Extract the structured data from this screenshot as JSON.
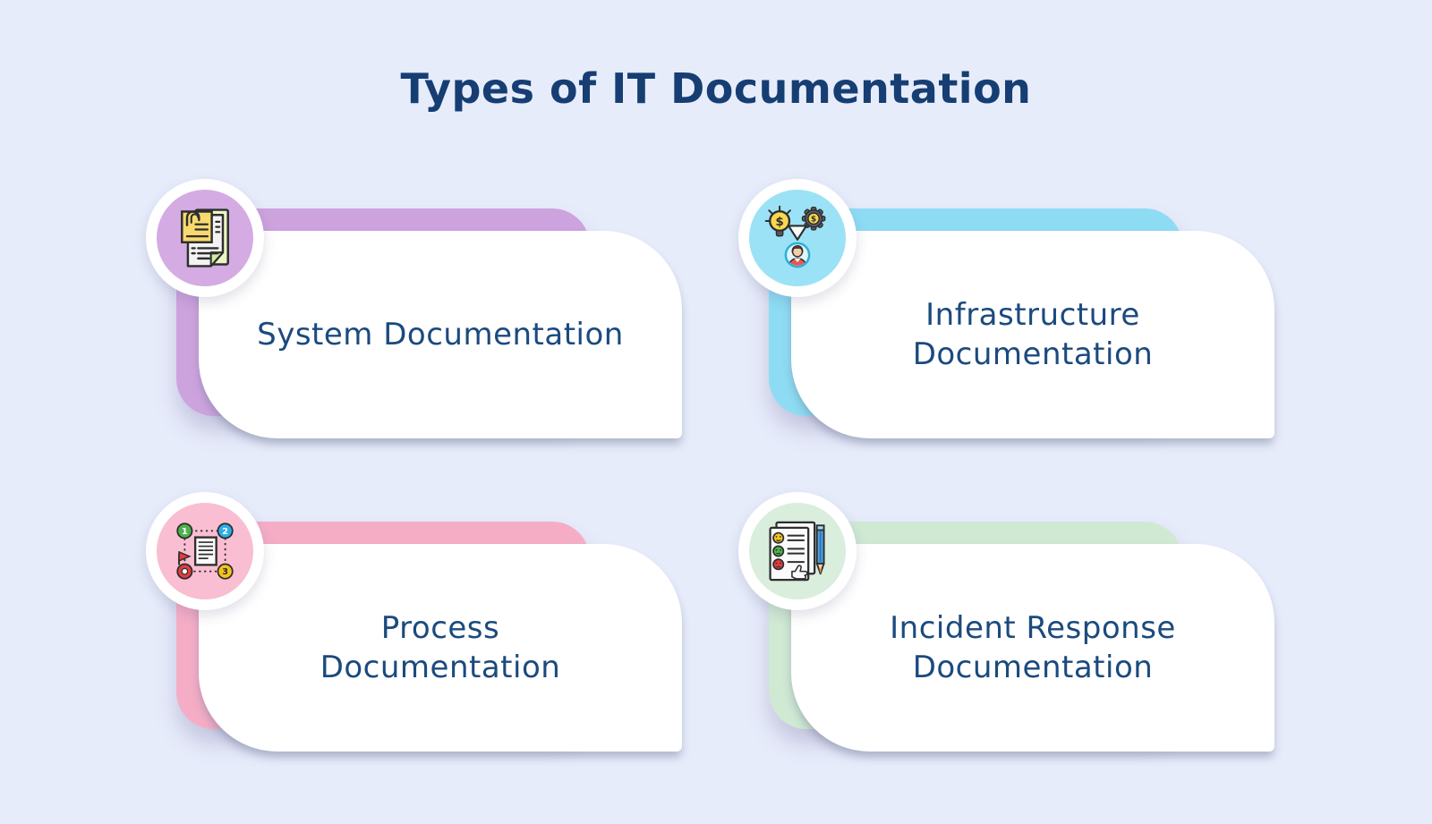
{
  "page": {
    "title": "Types of IT Documentation",
    "background_color": "#e7ecfb",
    "title_color": "#163e73",
    "card_text_color": "#1b4a7e",
    "card_surface_color": "#ffffff"
  },
  "cards": [
    {
      "id": "system-documentation",
      "title_lines": [
        "System Documentation"
      ],
      "accent_color": "#cda3de",
      "circle_color": "#d4abe2",
      "icon": "stacked-documents-paperclip"
    },
    {
      "id": "infrastructure-documentation",
      "title_lines": [
        "Infrastructure",
        "Documentation"
      ],
      "accent_color": "#8edcf4",
      "circle_color": "#9ce2f6",
      "icon": "idea-cost-resources-person"
    },
    {
      "id": "process-documentation",
      "title_lines": [
        "Process",
        "Documentation"
      ],
      "accent_color": "#f5adc6",
      "circle_color": "#f9bed1",
      "icon": "numbered-process-flow"
    },
    {
      "id": "incident-response-documentation",
      "title_lines": [
        "Incident Response",
        "Documentation"
      ],
      "accent_color": "#cfe9d3",
      "circle_color": "#d9eedd",
      "icon": "feedback-checklist-pencil"
    }
  ]
}
